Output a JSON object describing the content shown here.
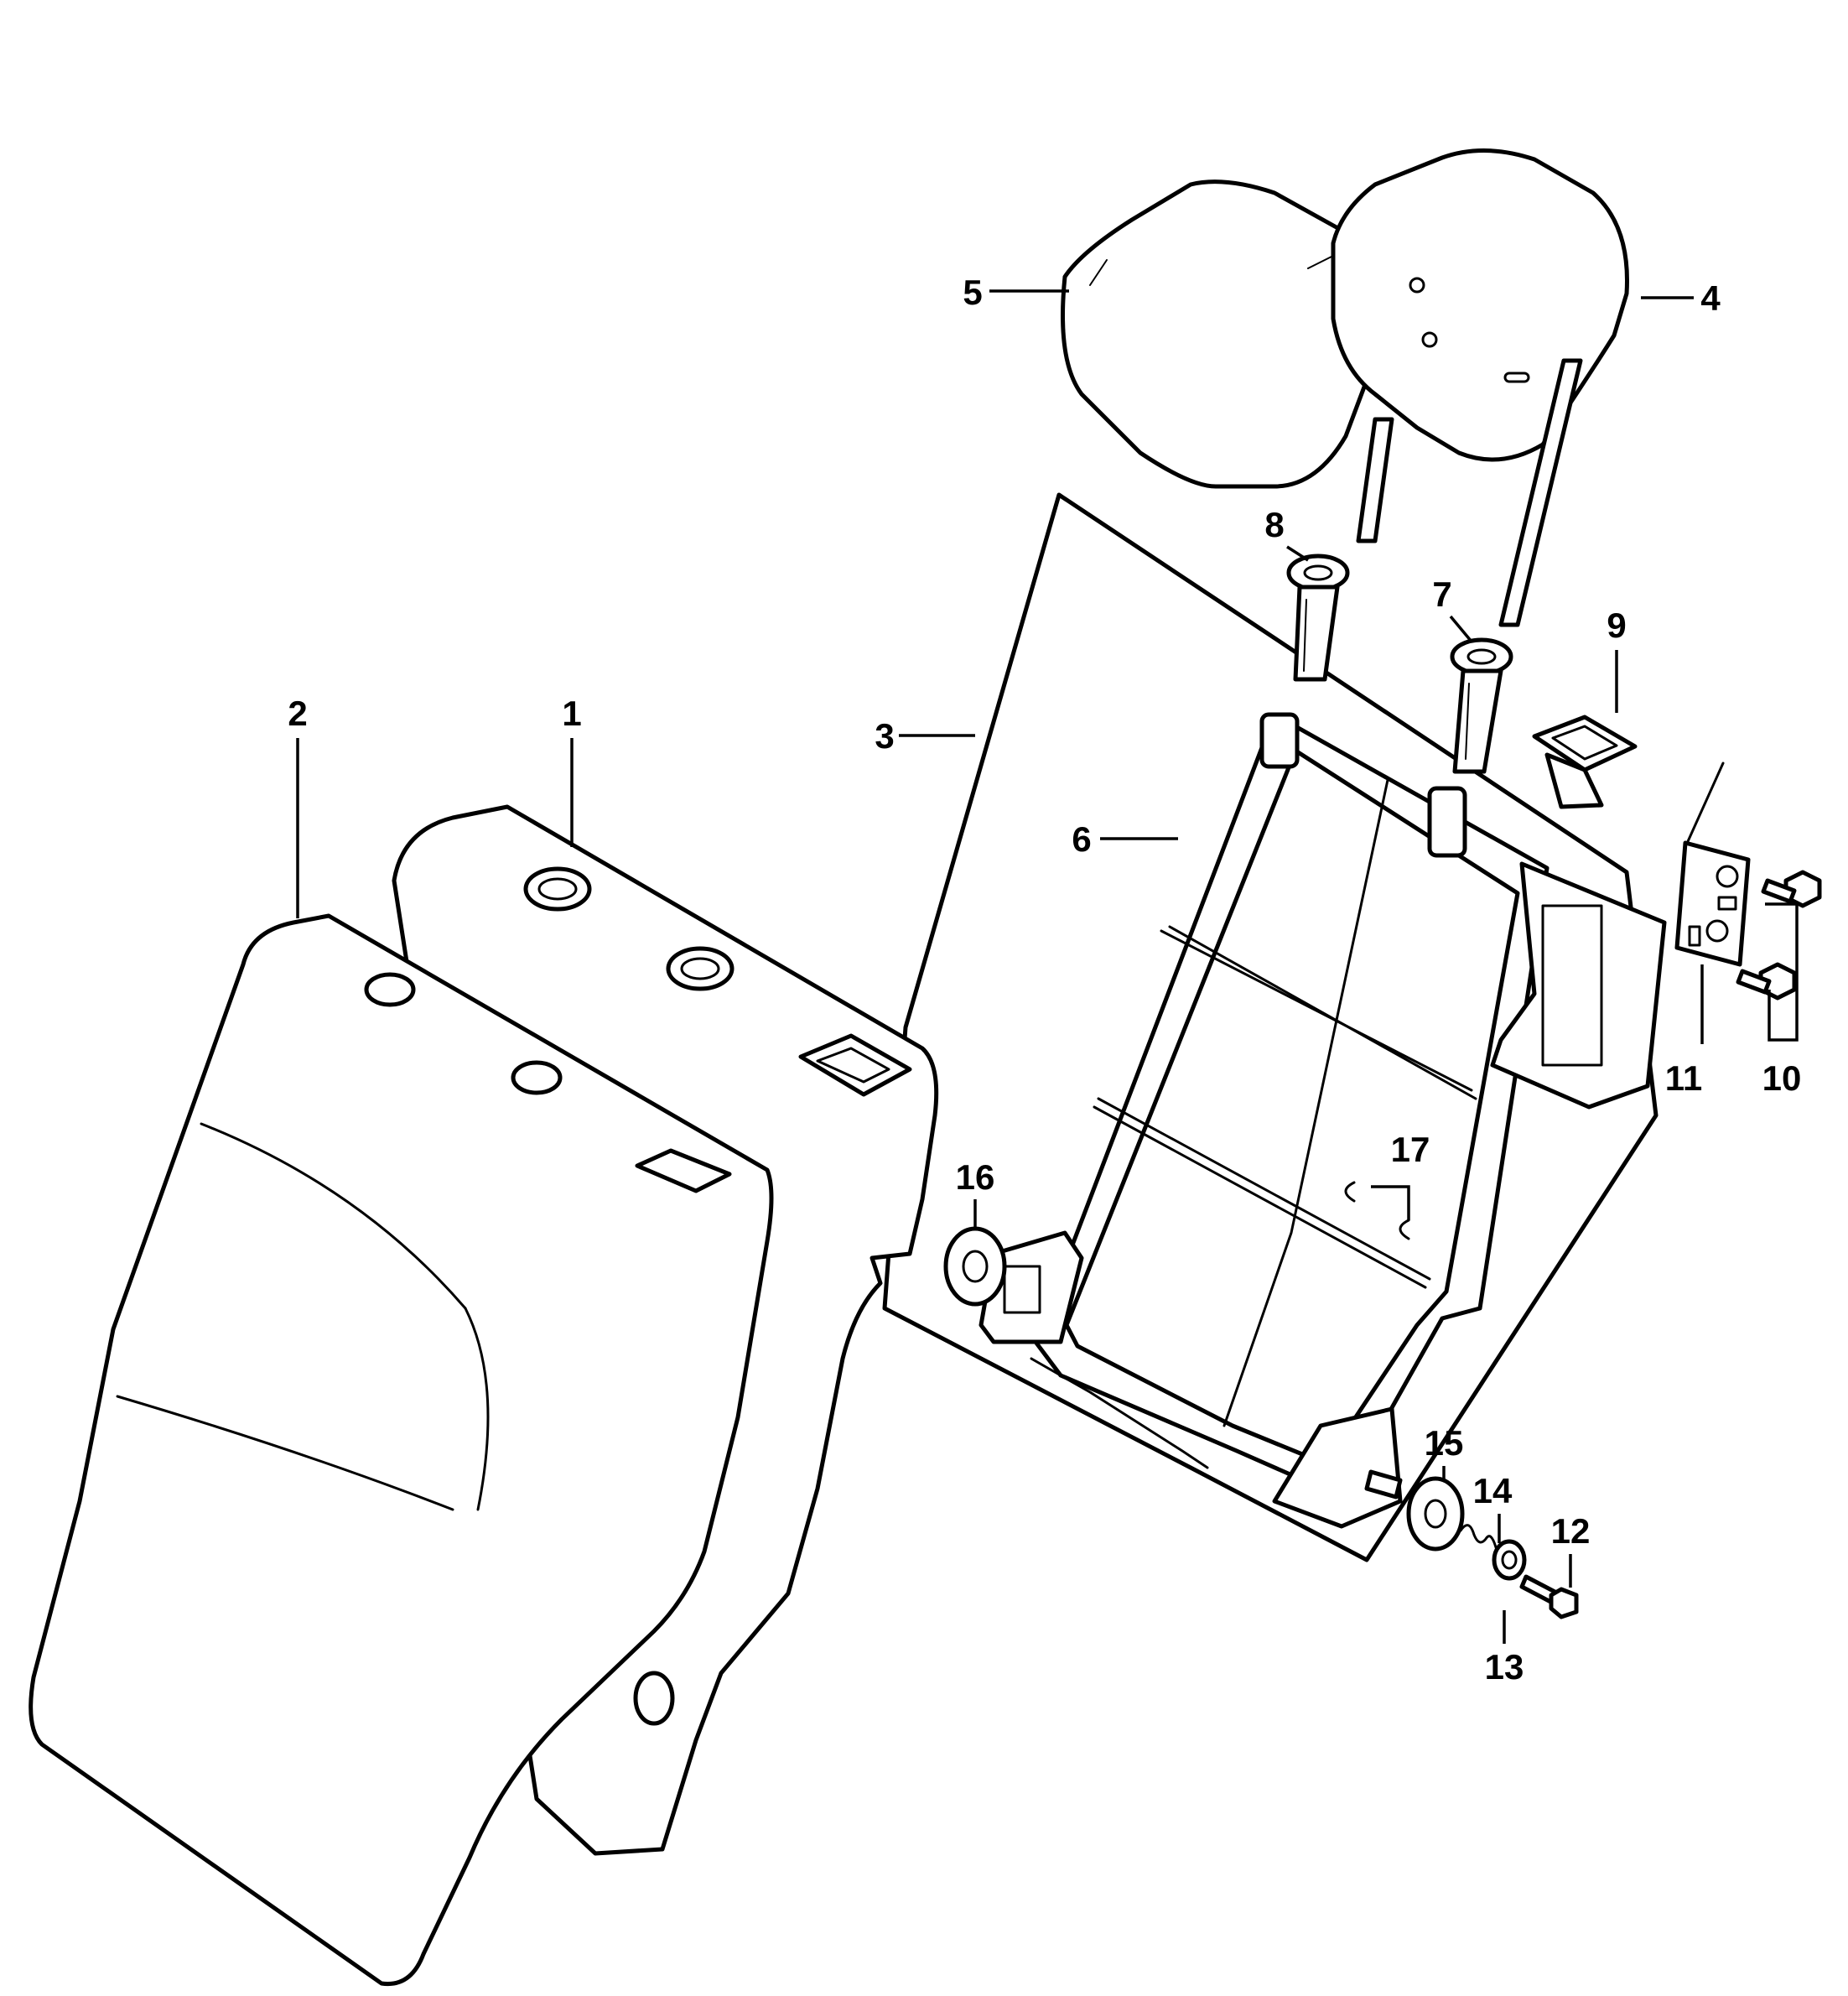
{
  "diagram": {
    "type": "exploded parts diagram",
    "line_color": "#000000",
    "background": "#ffffff"
  },
  "callouts": {
    "c1": "1",
    "c2": "2",
    "c3": "3",
    "c4": "4",
    "c5": "5",
    "c6": "6",
    "c7": "7",
    "c8": "8",
    "c9": "9",
    "c10": "10",
    "c11": "11",
    "c12": "12",
    "c13": "13",
    "c14": "14",
    "c15": "15",
    "c16": "16",
    "c17": "17"
  }
}
